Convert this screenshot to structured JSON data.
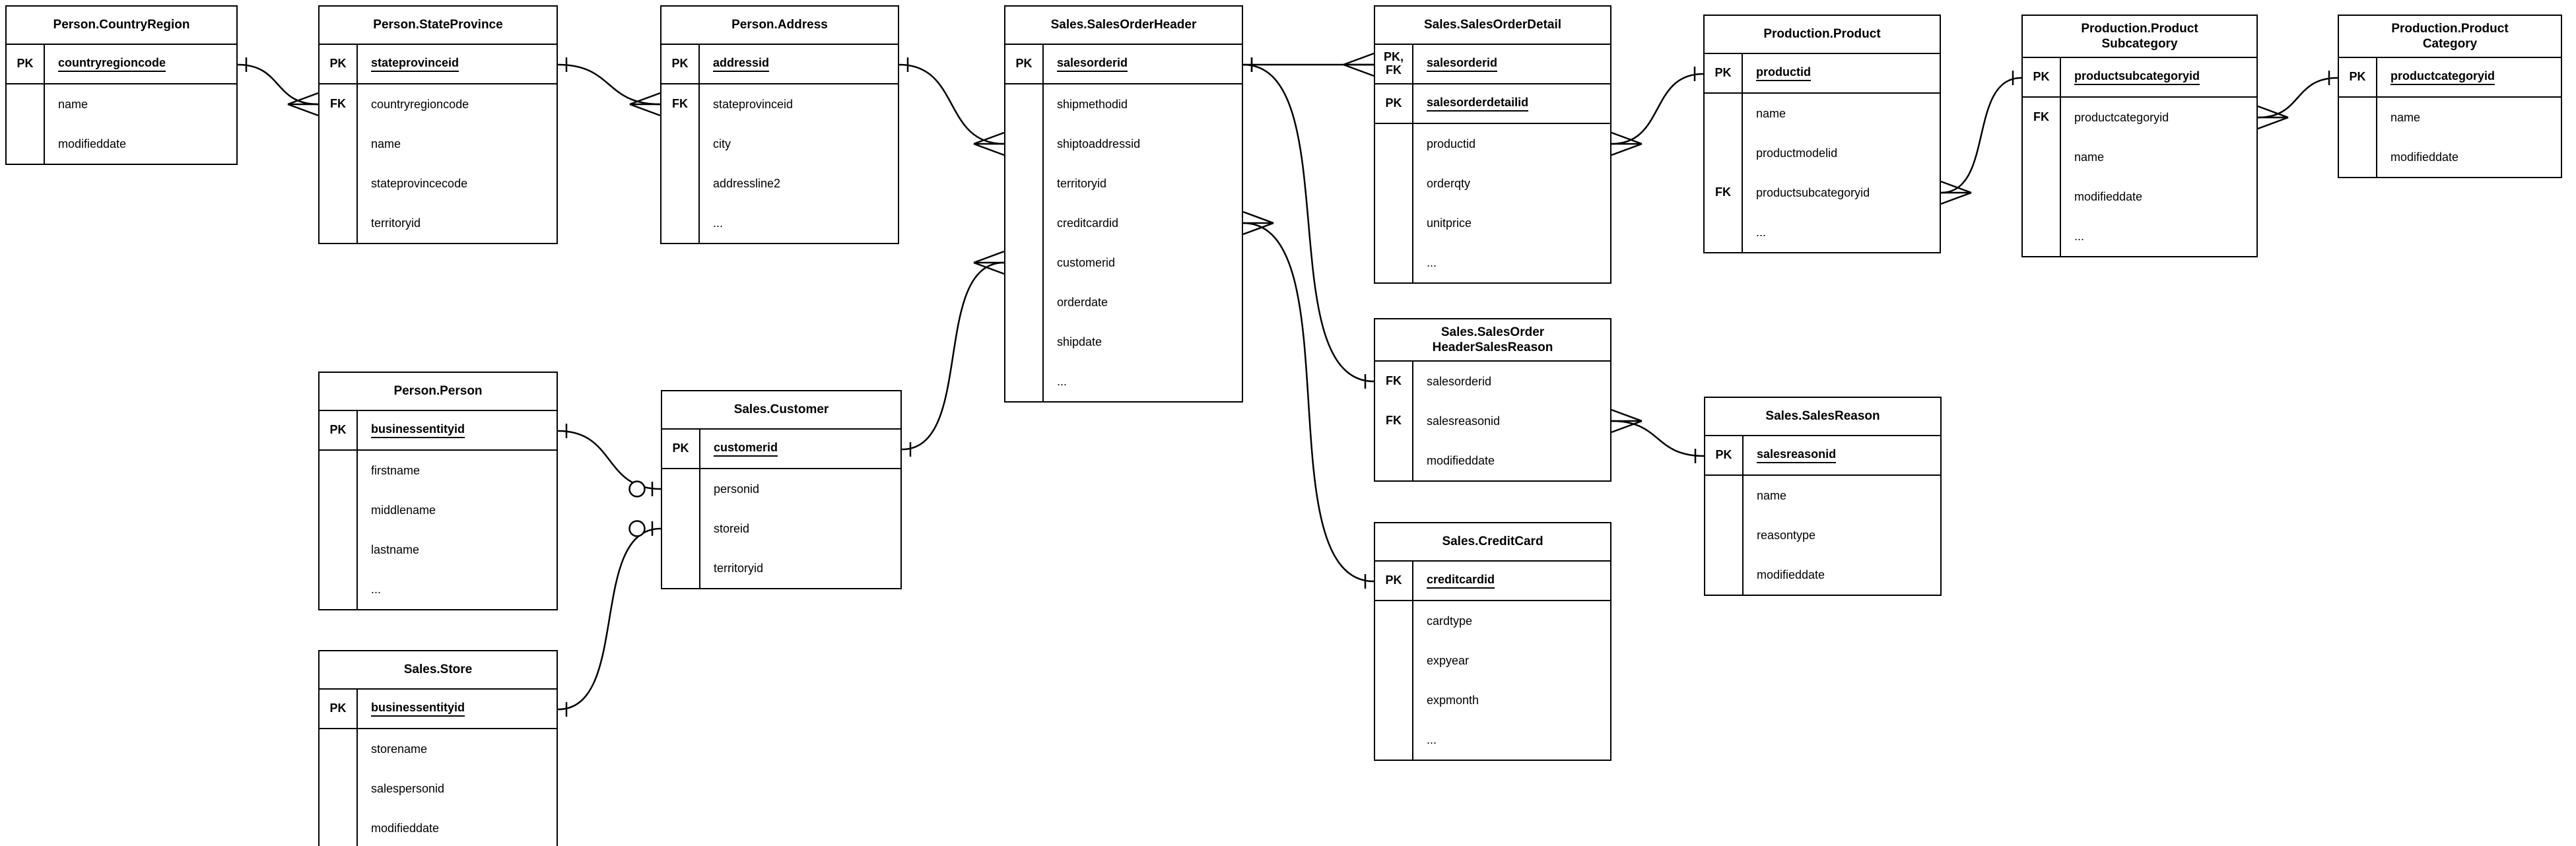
{
  "diagram": {
    "background_color": "#ffffff",
    "stroke_color": "#000000",
    "tables": [
      {
        "id": "countryregion",
        "title": "Person.CountryRegion",
        "rows": [
          {
            "key": "PK",
            "field": "countryregioncode",
            "pk": true,
            "sep": true
          },
          {
            "key": "",
            "field": "name"
          },
          {
            "key": "",
            "field": "modifieddate"
          }
        ]
      },
      {
        "id": "stateprovince",
        "title": "Person.StateProvince",
        "rows": [
          {
            "key": "PK",
            "field": "stateprovinceid",
            "pk": true,
            "sep": true
          },
          {
            "key": "FK",
            "field": "countryregioncode"
          },
          {
            "key": "",
            "field": "name"
          },
          {
            "key": "",
            "field": "stateprovincecode"
          },
          {
            "key": "",
            "field": "territoryid"
          }
        ]
      },
      {
        "id": "address",
        "title": "Person.Address",
        "rows": [
          {
            "key": "PK",
            "field": "addressid",
            "pk": true,
            "sep": true
          },
          {
            "key": "FK",
            "field": "stateprovinceid"
          },
          {
            "key": "",
            "field": "city"
          },
          {
            "key": "",
            "field": "addressline2"
          },
          {
            "key": "",
            "field": "..."
          }
        ]
      },
      {
        "id": "salesorderheader",
        "title": "Sales.SalesOrderHeader",
        "rows": [
          {
            "key": "PK",
            "field": "salesorderid",
            "pk": true,
            "sep": true
          },
          {
            "key": "",
            "field": "shipmethodid"
          },
          {
            "key": "",
            "field": "shiptoaddressid"
          },
          {
            "key": "",
            "field": "territoryid"
          },
          {
            "key": "",
            "field": "creditcardid"
          },
          {
            "key": "",
            "field": "customerid"
          },
          {
            "key": "",
            "field": "orderdate"
          },
          {
            "key": "",
            "field": "shipdate"
          },
          {
            "key": "",
            "field": "..."
          }
        ]
      },
      {
        "id": "salesorderdetail",
        "title": "Sales.SalesOrderDetail",
        "rows": [
          {
            "key": "PK,\nFK",
            "field": "salesorderid",
            "pk": true,
            "sep": true
          },
          {
            "key": "PK",
            "field": "salesorderdetailid",
            "pk": true,
            "sep": true
          },
          {
            "key": "",
            "field": "productid"
          },
          {
            "key": "",
            "field": "orderqty"
          },
          {
            "key": "",
            "field": "unitprice"
          },
          {
            "key": "",
            "field": "..."
          }
        ]
      },
      {
        "id": "product",
        "title": "Production.Product",
        "rows": [
          {
            "key": "PK",
            "field": "productid",
            "pk": true,
            "sep": true
          },
          {
            "key": "",
            "field": "name"
          },
          {
            "key": "",
            "field": "productmodelid"
          },
          {
            "key": "FK",
            "field": "productsubcategoryid"
          },
          {
            "key": "",
            "field": "..."
          }
        ]
      },
      {
        "id": "productsubcategory",
        "title": "Production.Product\nSubcategory",
        "rows": [
          {
            "key": "PK",
            "field": "productsubcategoryid",
            "pk": true,
            "sep": true
          },
          {
            "key": "FK",
            "field": "productcategoryid"
          },
          {
            "key": "",
            "field": "name"
          },
          {
            "key": "",
            "field": "modifieddate"
          },
          {
            "key": "",
            "field": "..."
          }
        ]
      },
      {
        "id": "productcategory",
        "title": "Production.Product\nCategory",
        "rows": [
          {
            "key": "PK",
            "field": "productcategoryid",
            "pk": true,
            "sep": true
          },
          {
            "key": "",
            "field": "name"
          },
          {
            "key": "",
            "field": "modifieddate"
          }
        ]
      },
      {
        "id": "person",
        "title": "Person.Person",
        "rows": [
          {
            "key": "PK",
            "field": "businessentityid",
            "pk": true,
            "sep": true
          },
          {
            "key": "",
            "field": "firstname"
          },
          {
            "key": "",
            "field": "middlename"
          },
          {
            "key": "",
            "field": "lastname"
          },
          {
            "key": "",
            "field": "..."
          }
        ]
      },
      {
        "id": "customer",
        "title": "Sales.Customer",
        "rows": [
          {
            "key": "PK",
            "field": "customerid",
            "pk": true,
            "sep": true
          },
          {
            "key": "",
            "field": "personid"
          },
          {
            "key": "",
            "field": "storeid"
          },
          {
            "key": "",
            "field": "territoryid"
          }
        ]
      },
      {
        "id": "salesorderheadersalesreason",
        "title": "Sales.SalesOrder\nHeaderSalesReason",
        "rows": [
          {
            "key": "FK",
            "field": "salesorderid"
          },
          {
            "key": "FK",
            "field": "salesreasonid"
          },
          {
            "key": "",
            "field": "modifieddate"
          }
        ]
      },
      {
        "id": "salesreason",
        "title": "Sales.SalesReason",
        "rows": [
          {
            "key": "PK",
            "field": "salesreasonid",
            "pk": true,
            "sep": true
          },
          {
            "key": "",
            "field": "name"
          },
          {
            "key": "",
            "field": "reasontype"
          },
          {
            "key": "",
            "field": "modifieddate"
          }
        ]
      },
      {
        "id": "creditcard",
        "title": "Sales.CreditCard",
        "rows": [
          {
            "key": "PK",
            "field": "creditcardid",
            "pk": true,
            "sep": true
          },
          {
            "key": "",
            "field": "cardtype"
          },
          {
            "key": "",
            "field": "expyear"
          },
          {
            "key": "",
            "field": "expmonth"
          },
          {
            "key": "",
            "field": "..."
          }
        ]
      },
      {
        "id": "store",
        "title": "Sales.Store",
        "rows": [
          {
            "key": "PK",
            "field": "businessentityid",
            "pk": true,
            "sep": true
          },
          {
            "key": "",
            "field": "storename"
          },
          {
            "key": "",
            "field": "salespersonid"
          },
          {
            "key": "",
            "field": "modifieddate"
          }
        ]
      }
    ],
    "relationships": [
      {
        "from_table": "countryregion",
        "from_field": "countryregioncode",
        "from_side": "right",
        "from_card": "one",
        "to_table": "stateprovince",
        "to_field": "countryregioncode",
        "to_side": "left",
        "to_card": "many"
      },
      {
        "from_table": "stateprovince",
        "from_field": "stateprovinceid",
        "from_side": "right",
        "from_card": "one",
        "to_table": "address",
        "to_field": "stateprovinceid",
        "to_side": "left",
        "to_card": "many"
      },
      {
        "from_table": "address",
        "from_field": "addressid",
        "from_side": "right",
        "from_card": "one",
        "to_table": "salesorderheader",
        "to_field": "shiptoaddressid",
        "to_side": "left",
        "to_card": "many"
      },
      {
        "from_table": "customer",
        "from_field": "customerid",
        "from_side": "right",
        "from_card": "one",
        "to_table": "salesorderheader",
        "to_field": "customerid",
        "to_side": "left",
        "to_card": "many"
      },
      {
        "from_table": "person",
        "from_field": "businessentityid",
        "from_side": "right",
        "from_card": "one",
        "to_table": "customer",
        "to_field": "personid",
        "to_side": "left",
        "to_card": "zero-one"
      },
      {
        "from_table": "store",
        "from_field": "businessentityid",
        "from_side": "right",
        "from_card": "one",
        "to_table": "customer",
        "to_field": "storeid",
        "to_side": "left",
        "to_card": "zero-one"
      },
      {
        "from_table": "salesorderheader",
        "from_field": "salesorderid",
        "from_side": "right",
        "from_card": "one",
        "to_table": "salesorderdetail",
        "to_field": "salesorderid",
        "to_side": "left",
        "to_card": "many"
      },
      {
        "from_table": "salesorderheader",
        "from_field": "salesorderid",
        "from_side": "right",
        "from_card": "one",
        "to_table": "salesorderheadersalesreason",
        "to_field": "salesorderid",
        "to_side": "left",
        "to_card": "one"
      },
      {
        "from_table": "salesorderheader",
        "from_field": "creditcardid",
        "from_side": "right",
        "from_card": "many",
        "to_table": "creditcard",
        "to_field": "creditcardid",
        "to_side": "left",
        "to_card": "one"
      },
      {
        "from_table": "salesorderdetail",
        "from_field": "productid",
        "from_side": "right",
        "from_card": "many",
        "to_table": "product",
        "to_field": "productid",
        "to_side": "left",
        "to_card": "one"
      },
      {
        "from_table": "product",
        "from_field": "productsubcategoryid",
        "from_side": "right",
        "from_card": "many",
        "to_table": "productsubcategory",
        "to_field": "productsubcategoryid",
        "to_side": "left",
        "to_card": "one"
      },
      {
        "from_table": "productsubcategory",
        "from_field": "productcategoryid",
        "from_side": "right",
        "from_card": "many",
        "to_table": "productcategory",
        "to_field": "productcategoryid",
        "to_side": "left",
        "to_card": "one"
      },
      {
        "from_table": "salesorderheadersalesreason",
        "from_field": "salesreasonid",
        "from_side": "right",
        "from_card": "many",
        "to_table": "salesreason",
        "to_field": "salesreasonid",
        "to_side": "left",
        "to_card": "one"
      }
    ]
  }
}
